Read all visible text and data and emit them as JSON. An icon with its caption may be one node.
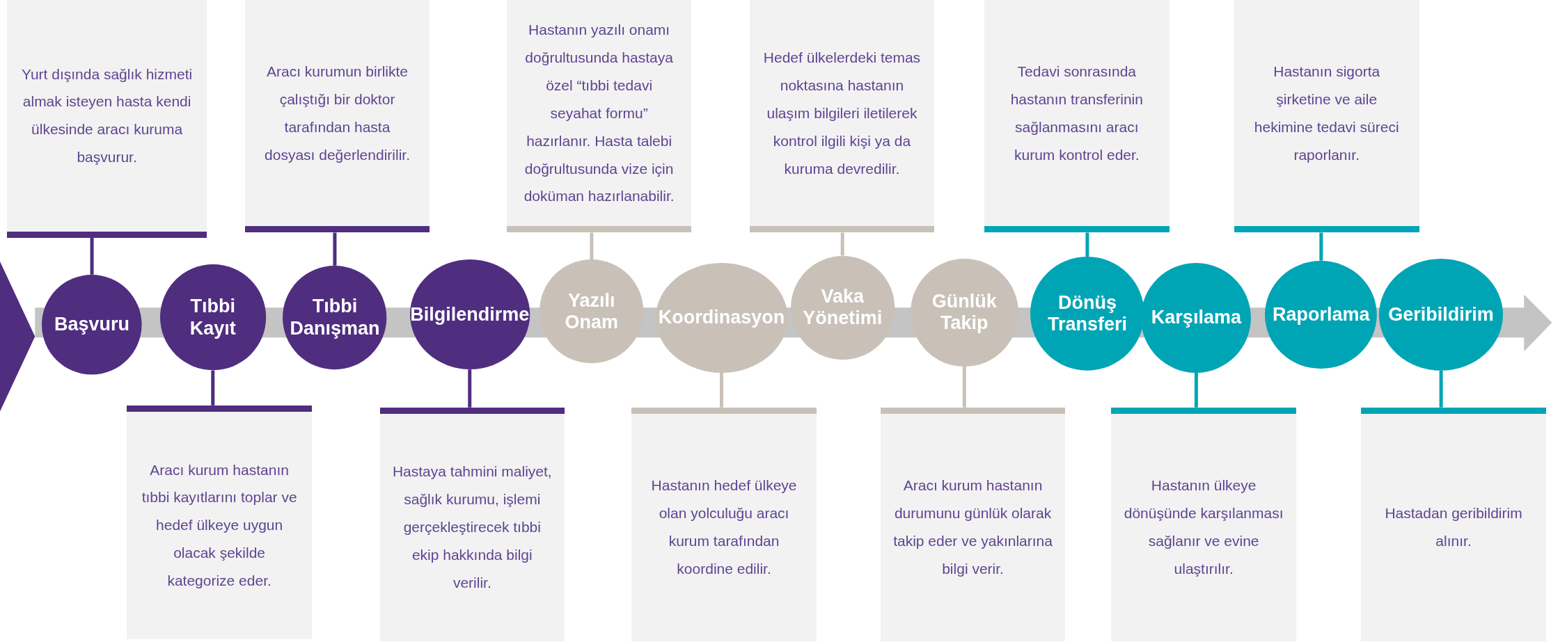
{
  "diagram": {
    "nodes": [
      {
        "text": [
          "Yurt dışında sağlık hizmeti almak isteyen hasta kendi ülkesinde aracı kuruma başvurur."
        ]
      },
      {
        "text": [
          "Başvuru"
        ]
      },
      {
        "text": [
          "Aracı kurum hastanın tıbbi kayıtlarını toplar ve hedef ülkeye uygun olacak şekilde kategorize eder."
        ]
      },
      {
        "text": [
          "Tıbbi Kayıt"
        ]
      },
      {
        "text": [
          "Aracı kurumun birlikte çalıştığı bir doktor tarafından hasta dosyası değerlendirilir."
        ]
      },
      {
        "text": [
          "Tıbbi Danışman"
        ]
      },
      {
        "text": [
          "Hastaya tahmini maliyet, sağlık kurumu, işlemi gerçekleştirecek tıbbi ekip hakkında bilgi verilir."
        ]
      },
      {
        "text": [
          "Bilgilendirme"
        ]
      },
      {
        "text": [
          "Hastanın yazılı onamı doğrultusunda hastaya özel “tıbbi tedavi seyahat formu” hazırlanır. Hasta talebi doğrultusunda vize için doküman hazırlanabilir."
        ]
      },
      {
        "text": [
          "Yazılı Onam"
        ]
      },
      {
        "text": [
          "Hastanın hedef ülkeye olan yolculuğu aracı kurum tarafından koordine edilir."
        ]
      },
      {
        "text": [
          "Koordinasyon"
        ]
      },
      {
        "text": [
          "Hedef ülkelerdeki temas noktasına hastanın ulaşım bilgileri iletilerek kontrol ilgili kişi ya da kuruma devredilir."
        ]
      },
      {
        "text": [
          "Vaka Yönetimi"
        ]
      },
      {
        "text": [
          "Aracı kurum hastanın durumunu günlük olarak takip eder ve yakınlarına bilgi verir."
        ]
      },
      {
        "text": [
          "Günlük Takip"
        ]
      },
      {
        "text": [
          "Tedavi sonrasında hastanın transferinin sağlanmasını aracı kurum kontrol eder."
        ]
      },
      {
        "text": [
          "Dönüş Transferi"
        ]
      },
      {
        "text": [
          "Hastanın ülkeye dönüşünde karşılanması sağlanır ve evine ulaştırılır."
        ]
      },
      {
        "text": [
          "Karşılama"
        ]
      },
      {
        "text": [
          "Hastanın sigorta şirketine ve aile hekimine tedavi süreci raporlanır."
        ]
      },
      {
        "text": [
          "Raporlama"
        ]
      },
      {
        "text": [
          "Hastadan geribildirim alınır."
        ]
      },
      {
        "text": [
          "Geribildirim"
        ]
      }
    ],
    "edges": [
      {
        "from": 0,
        "to": 1,
        "arrow": "none",
        "color": "#4f2d7f"
      },
      {
        "from": 2,
        "to": 3,
        "arrow": "none",
        "color": "#4f2d7f"
      },
      {
        "from": 4,
        "to": 5,
        "arrow": "none",
        "color": "#4f2d7f"
      },
      {
        "from": 6,
        "to": 7,
        "arrow": "none",
        "color": "#4f2d7f"
      },
      {
        "from": 8,
        "to": 9,
        "arrow": "none",
        "color": "#c9c1b8"
      },
      {
        "from": 10,
        "to": 11,
        "arrow": "none",
        "color": "#c9c1b8"
      },
      {
        "from": 12,
        "to": 13,
        "arrow": "none",
        "color": "#c9c1b8"
      },
      {
        "from": 14,
        "to": 15,
        "arrow": "none",
        "color": "#c9c1b8"
      },
      {
        "from": 16,
        "to": 17,
        "arrow": "none",
        "color": "#00a5b5"
      },
      {
        "from": 18,
        "to": 19,
        "arrow": "none",
        "color": "#00a5b5"
      },
      {
        "from": 20,
        "to": 21,
        "arrow": "none",
        "color": "#00a5b5"
      },
      {
        "from": 22,
        "to": 23,
        "arrow": "none",
        "color": "#00a5b5"
      }
    ]
  }
}
